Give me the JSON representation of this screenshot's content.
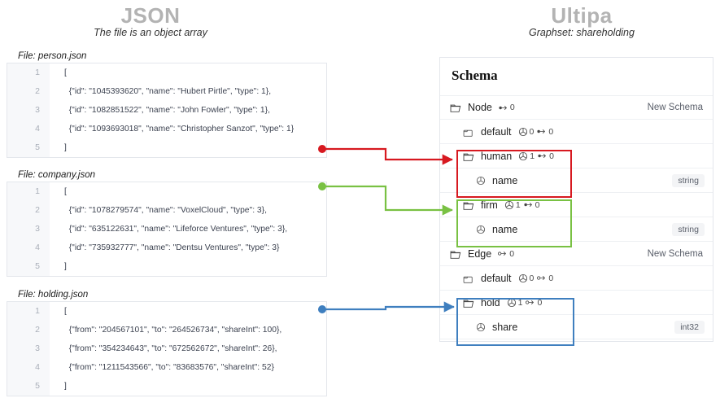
{
  "left_column": {
    "title": "JSON",
    "subtitle": "The file is an object array",
    "files": [
      {
        "label": "File: person.json",
        "lines": [
          {
            "no": "1",
            "text": "["
          },
          {
            "no": "2",
            "text": "  {\"id\": \"1045393620\", \"name\": \"Hubert Pirtle\", \"type\": 1},"
          },
          {
            "no": "3",
            "text": "  {\"id\": \"1082851522\", \"name\": \"John Fowler\", \"type\": 1},"
          },
          {
            "no": "4",
            "text": "  {\"id\": \"1093693018\", \"name\": \"Christopher Sanzot\", \"type\": 1}"
          },
          {
            "no": "5",
            "text": "]"
          }
        ]
      },
      {
        "label": "File: company.json",
        "lines": [
          {
            "no": "1",
            "text": "["
          },
          {
            "no": "2",
            "text": "  {\"id\": \"1078279574\", \"name\": \"VoxelCloud\", \"type\": 3},"
          },
          {
            "no": "3",
            "text": "  {\"id\": \"635122631\", \"name\": \"Lifeforce Ventures\", \"type\": 3},"
          },
          {
            "no": "4",
            "text": "  {\"id\": \"735932777\", \"name\": \"Dentsu Ventures\", \"type\": 3}"
          },
          {
            "no": "5",
            "text": "]"
          }
        ]
      },
      {
        "label": "File: holding.json",
        "lines": [
          {
            "no": "1",
            "text": "["
          },
          {
            "no": "2",
            "text": "  {\"from\": \"204567101\", \"to\": \"264526734\", \"shareInt\": 100},"
          },
          {
            "no": "3",
            "text": "  {\"from\": \"354234643\", \"to\": \"672562672\", \"shareInt\": 26},"
          },
          {
            "no": "4",
            "text": "  {\"from\": \"1211543566\", \"to\": \"83683576\", \"shareInt\": 52}"
          },
          {
            "no": "5",
            "text": "]"
          }
        ]
      }
    ]
  },
  "right_column": {
    "title": "Ultipa",
    "subtitle": "Graphset: shareholding",
    "panel_heading": "Schema",
    "new_schema_label": "New Schema",
    "rows": [
      {
        "kind": "group",
        "name": "Node",
        "node_count": "",
        "edge_count": "0",
        "action": "New Schema"
      },
      {
        "kind": "schema",
        "name": "default",
        "node_count": "0",
        "edge_count": "0"
      },
      {
        "kind": "schema",
        "name": "human",
        "node_count": "1",
        "edge_count": "0",
        "highlight": "red"
      },
      {
        "kind": "property",
        "name": "name",
        "type": "string",
        "highlight": "red"
      },
      {
        "kind": "schema",
        "name": "firm",
        "node_count": "1",
        "edge_count": "0",
        "highlight": "green"
      },
      {
        "kind": "property",
        "name": "name",
        "type": "string",
        "highlight": "green"
      },
      {
        "kind": "group",
        "name": "Edge",
        "node_count": "",
        "edge_count": "0",
        "action": "New Schema"
      },
      {
        "kind": "schema",
        "name": "default",
        "node_count": "0",
        "edge_count": "0"
      },
      {
        "kind": "schema",
        "name": "hold",
        "node_count": "1",
        "edge_count": "0",
        "highlight": "blue"
      },
      {
        "kind": "property",
        "name": "share",
        "type": "int32",
        "highlight": "blue"
      }
    ]
  },
  "connectors": [
    {
      "name": "person-to-human",
      "color": "#d71920",
      "from_file": "person.json",
      "to_schema": "human"
    },
    {
      "name": "company-to-firm",
      "color": "#79c143",
      "from_file": "company.json",
      "to_schema": "firm"
    },
    {
      "name": "holding-to-hold",
      "color": "#4a90d9",
      "from_file": "holding.json",
      "to_schema": "hold"
    }
  ],
  "colors": {
    "red": "#d71920",
    "green": "#79c143",
    "blue": "#3f7fbf",
    "title_grey": "#b3b3b3",
    "panel_border": "#e4e7ec",
    "gutter_bg": "#f7f8fa"
  }
}
